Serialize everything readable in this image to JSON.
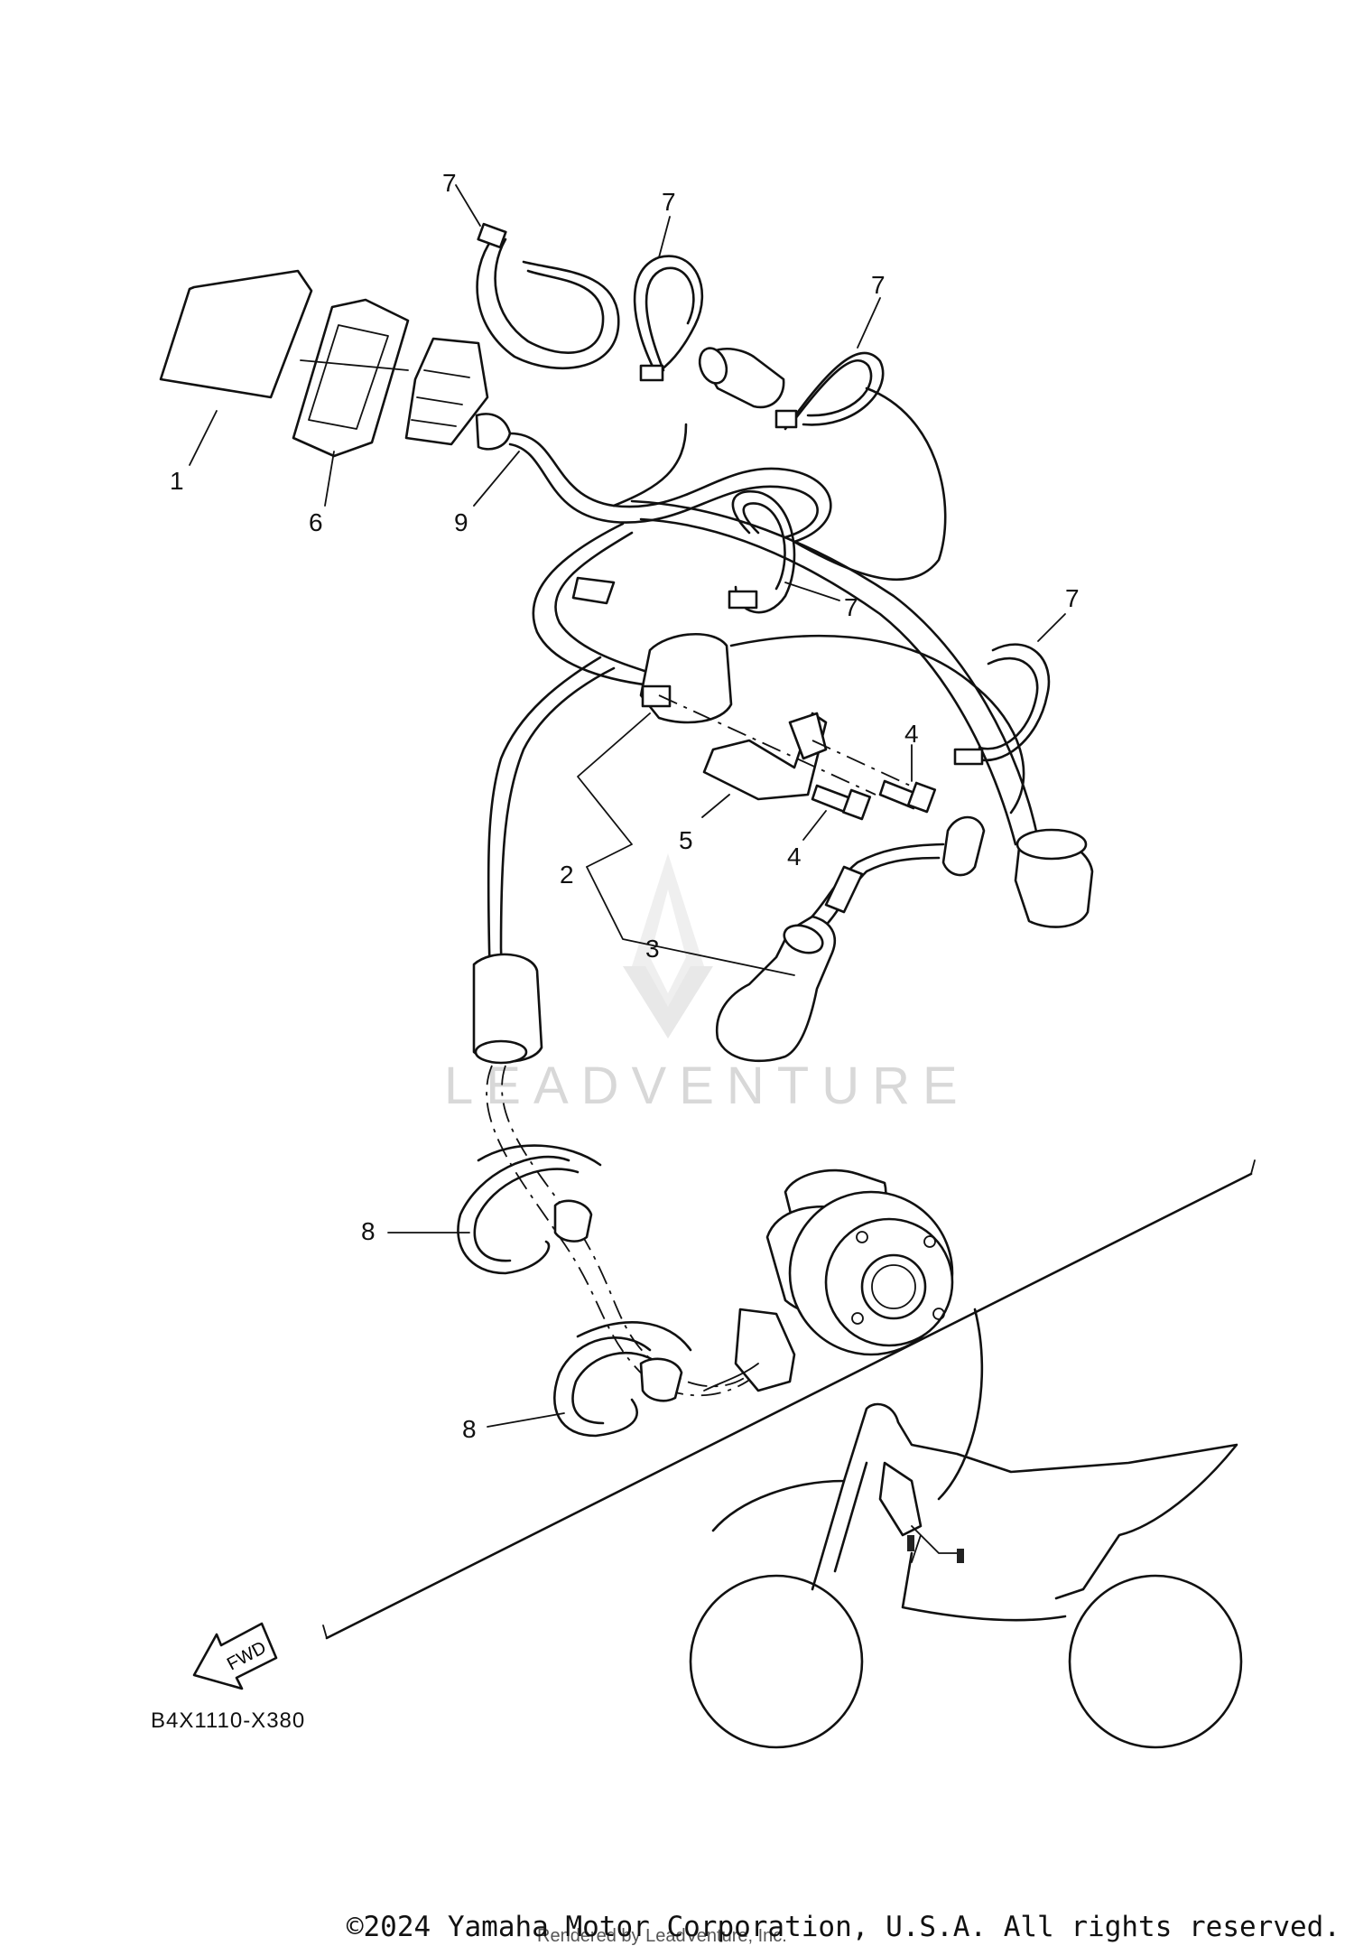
{
  "callouts": {
    "c1": "1",
    "c2": "2",
    "c3": "3",
    "c4a": "4",
    "c4b": "4",
    "c5": "5",
    "c6": "6",
    "c7a": "7",
    "c7b": "7",
    "c7c": "7",
    "c7d": "7",
    "c7e": "7",
    "c8a": "8",
    "c8b": "8",
    "c9": "9"
  },
  "fwd_label": "FWD",
  "diagram_code": "B4X1110-X380",
  "watermark": "LEADVENTURE",
  "credit": "Rendered by LeadVenture, Inc.",
  "copyright": "©2024 Yamaha Motor Corporation, U.S.A. All rights reserved.",
  "icons": [
    "fwd-arrow-icon",
    "leadventure-logo-icon"
  ]
}
